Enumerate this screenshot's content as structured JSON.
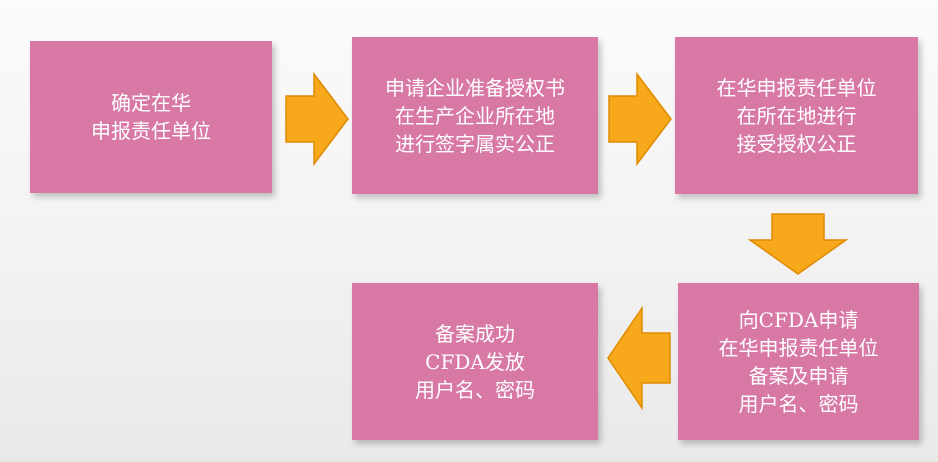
{
  "diagram": {
    "steps": [
      {
        "id": "step1",
        "lines": [
          "确定在华",
          "申报责任单位"
        ]
      },
      {
        "id": "step2",
        "lines": [
          "申请企业准备授权书",
          "在生产企业所在地",
          "进行签字属实公正"
        ]
      },
      {
        "id": "step3",
        "lines": [
          "在华申报责任单位",
          "在所在地进行",
          "接受授权公正"
        ]
      },
      {
        "id": "step4",
        "lines": [
          "向CFDA申请",
          "在华申报责任单位",
          "备案及申请",
          "用户名、密码"
        ]
      },
      {
        "id": "step5",
        "lines": [
          "备案成功",
          "CFDA发放",
          "用户名、密码"
        ]
      }
    ],
    "colors": {
      "box_fill": "#d878a5",
      "box_text": "#ffffff",
      "arrow_fill": "#f7a81b",
      "arrow_stroke": "#e08a00"
    }
  }
}
